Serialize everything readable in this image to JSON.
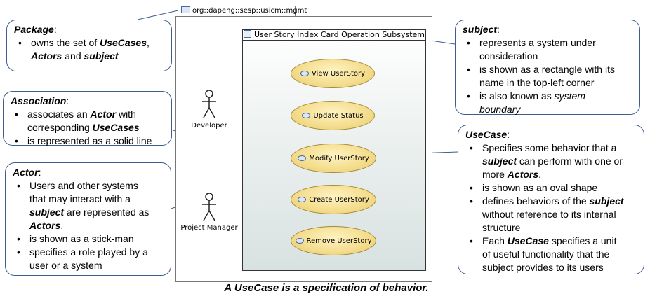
{
  "package": {
    "name": "org::dapeng::sesp::usicm::mgmt"
  },
  "subject": {
    "name": "User Story Index Card Operation Subsystem"
  },
  "actors": [
    {
      "name": "Developer"
    },
    {
      "name": "Project Manager"
    }
  ],
  "usecases": [
    {
      "name": "View UserStory"
    },
    {
      "name": "Update Status"
    },
    {
      "name": "Modify UserStory"
    },
    {
      "name": "Create UserStory"
    },
    {
      "name": "Remove UserStory"
    }
  ],
  "callouts": {
    "package": {
      "title": "Package",
      "b1": {
        "p1": "owns the set of ",
        "p2": "UseCases",
        "p3": ",",
        "p4": "Actors",
        "p5": " and ",
        "p6": "subject"
      }
    },
    "association": {
      "title": "Association",
      "b1": {
        "p1": "associates an ",
        "p2": "Actor",
        "p3": " with corresponding ",
        "p4": "UseCases"
      },
      "b2": "is represented as a solid line"
    },
    "actor": {
      "title": "Actor",
      "b1": {
        "p1": "Users and other systems that may interact with a ",
        "p2": "subject",
        "p3": " are represented as ",
        "p4": "Actors",
        "p5": "."
      },
      "b2": "is shown as a stick-man",
      "b3": "specifies a role played by a user or a system"
    },
    "subject": {
      "title": "subject",
      "b1": "represents a system under consideration",
      "b2": "is shown as a rectangle with its name in the top-left corner",
      "b3": {
        "p1": "is also known as ",
        "p2": "system boundary"
      }
    },
    "usecase": {
      "title": "UseCase",
      "b1": {
        "p1": "Specifies some behavior that a ",
        "p2": "subject",
        "p3": " can perform with one or more ",
        "p4": "Actors",
        "p5": "."
      },
      "b2": "is shown as an oval shape",
      "b3": {
        "p1": "defines behaviors of the ",
        "p2": "subject",
        "p3": " without reference to its internal structure"
      },
      "b4": {
        "p1": "Each ",
        "p2": "UseCase",
        "p3": " specifies a unit of useful functionality that the subject provides to its users"
      }
    }
  },
  "caption": "A UseCase is a specification of behavior."
}
